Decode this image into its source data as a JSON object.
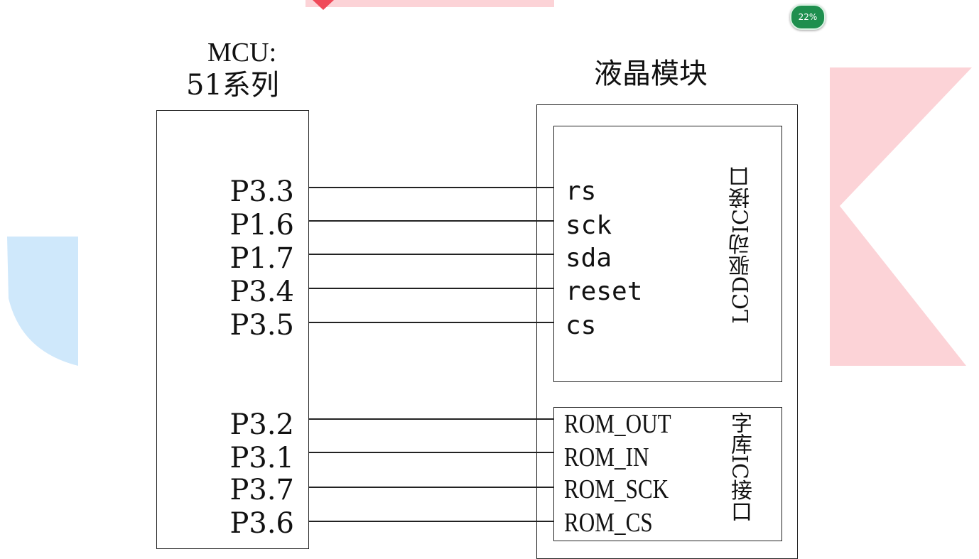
{
  "colors": {
    "pink": "#fcd3d7",
    "red": "#f04a5a",
    "blue": "#cfe8fb",
    "badge": "#1e8f4e"
  },
  "badge": {
    "value": "22%"
  },
  "mcu": {
    "title_line1": "MCU:",
    "title_line2": "51系列"
  },
  "lcd_module": {
    "title": "液晶模块"
  },
  "lcd_ic": {
    "label": "LCD驱动IC接口"
  },
  "font_ic": {
    "label": "字库IC接口"
  },
  "connections": [
    {
      "pin": "P3.3",
      "signal": "rs"
    },
    {
      "pin": "P1.6",
      "signal": "sck"
    },
    {
      "pin": "P1.7",
      "signal": "sda"
    },
    {
      "pin": "P3.4",
      "signal": "reset"
    },
    {
      "pin": "P3.5",
      "signal": "cs"
    },
    {
      "pin": "P3.2",
      "signal": "ROM_OUT"
    },
    {
      "pin": "P3.1",
      "signal": "ROM_IN"
    },
    {
      "pin": "P3.7",
      "signal": "ROM_SCK"
    },
    {
      "pin": "P3.6",
      "signal": "ROM_CS"
    }
  ]
}
